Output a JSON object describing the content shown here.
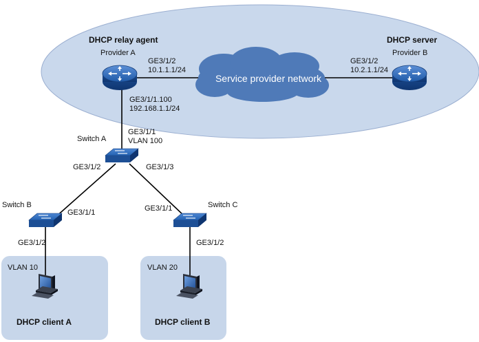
{
  "colors": {
    "ellipse_fill": "#c9d8ec",
    "ellipse_stroke": "#9aaed0",
    "cloud_fill": "#4f7ab8",
    "vlan_box": "#c7d6ea",
    "device_blue": "#1f5aa8",
    "link": "#000000"
  },
  "roles": {
    "relay": "DHCP relay agent",
    "server": "DHCP server"
  },
  "cloud_label": "Service provider network",
  "devices": {
    "provider_a": {
      "name": "Provider A",
      "icon": "router-icon"
    },
    "provider_b": {
      "name": "Provider B",
      "icon": "router-icon"
    },
    "switch_a": {
      "name": "Switch A",
      "icon": "switch-icon"
    },
    "switch_b": {
      "name": "Switch B",
      "icon": "switch-icon"
    },
    "switch_c": {
      "name": "Switch C",
      "icon": "switch-icon"
    },
    "client_a": {
      "name": "DHCP client A",
      "icon": "pc-icon"
    },
    "client_b": {
      "name": "DHCP client B",
      "icon": "pc-icon"
    }
  },
  "vlans": {
    "left": "VLAN 10",
    "right": "VLAN 20"
  },
  "interfaces": {
    "pa_up_port": "GE3/1/2",
    "pa_up_ip": "10.1.1.1/24",
    "pb_port": "GE3/1/2",
    "pb_ip": "10.2.1.1/24",
    "pa_down_port": "GE3/1/1.100",
    "pa_down_ip": "192.168.1.1/24",
    "sa_up_port": "GE3/1/1",
    "sa_up_vlan": "VLAN 100",
    "sa_left": "GE3/1/2",
    "sa_right": "GE3/1/3",
    "sb_up": "GE3/1/1",
    "sb_down": "GE3/1/2",
    "sc_up": "GE3/1/1",
    "sc_down": "GE3/1/2"
  }
}
